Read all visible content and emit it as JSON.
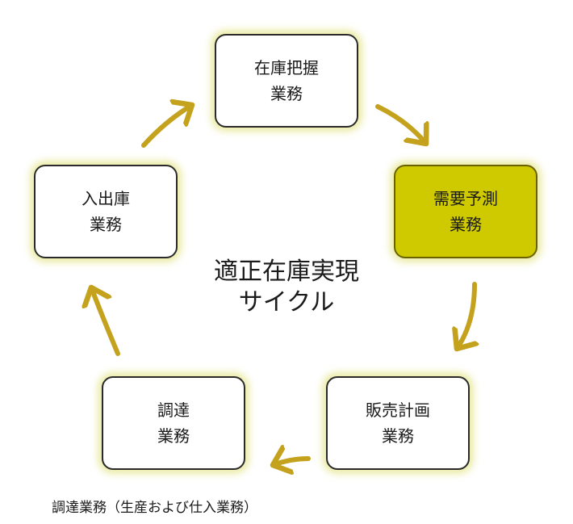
{
  "center": {
    "line1": "適正在庫実現",
    "line2": "サイクル"
  },
  "nodes": {
    "zaiko_haaku": {
      "line1": "在庫把握",
      "line2": "業務"
    },
    "juyo_yosoku": {
      "line1": "需要予測",
      "line2": "業務"
    },
    "hanbai_keikaku": {
      "line1": "販売計画",
      "line2": "業務"
    },
    "chotatsu": {
      "line1": "調達",
      "line2": "業務"
    },
    "nyushuko": {
      "line1": "入出庫",
      "line2": "業務"
    }
  },
  "footnote": "調達業務（生産および仕入業務）",
  "colors": {
    "highlight": "#cfca00",
    "arrow": "#c4a21d",
    "glow": "#e8e896",
    "border": "#2a2a2a"
  }
}
